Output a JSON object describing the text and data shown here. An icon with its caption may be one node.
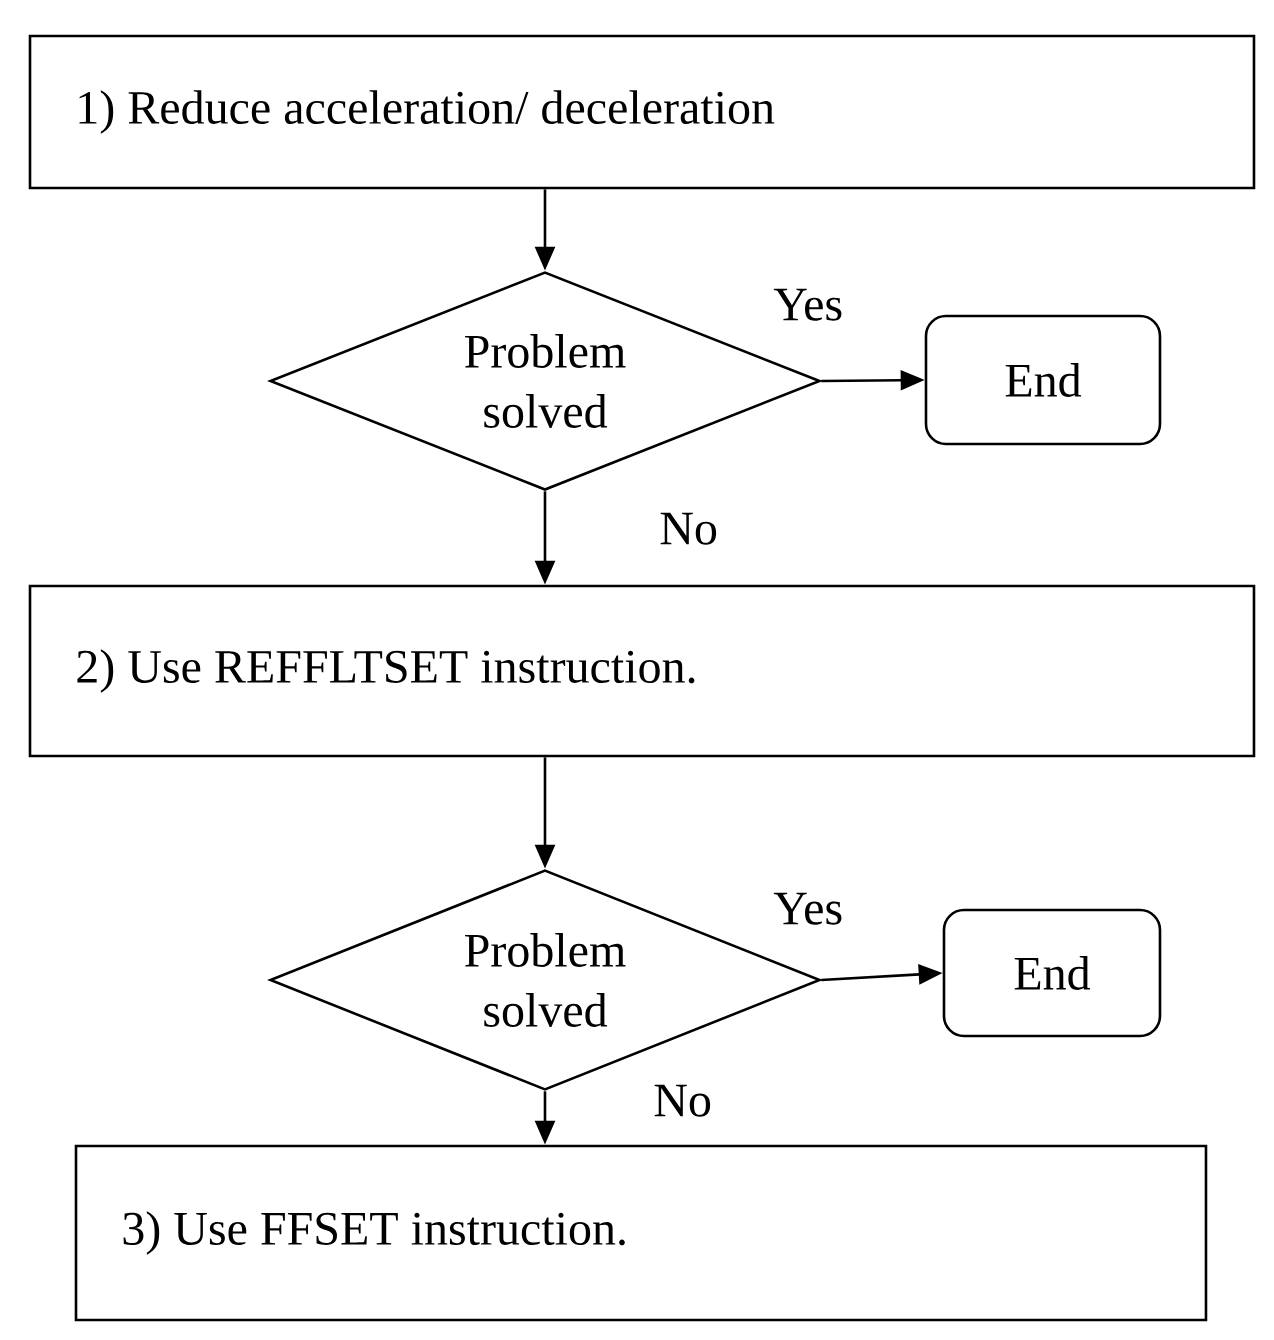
{
  "diagram": {
    "nodes": [
      {
        "text": [
          "1)   Reduce acceleration/ deceleration"
        ]
      },
      {
        "text": [
          "Problem solved"
        ]
      },
      {
        "text": [
          "End"
        ]
      },
      {
        "text": [
          "2) Use REFFLTSET instruction."
        ]
      },
      {
        "text": [
          "Problem solved"
        ]
      },
      {
        "text": [
          "End"
        ]
      },
      {
        "text": [
          "3) Use FFSET instruction."
        ]
      }
    ],
    "edges": [
      {
        "from": 0,
        "to": 1,
        "arrow": "to"
      },
      {
        "from": 1,
        "to": 2,
        "arrow": "to",
        "label": "Yes"
      },
      {
        "from": 1,
        "to": 3,
        "arrow": "to",
        "label": "No"
      },
      {
        "from": 3,
        "to": 4,
        "arrow": "to"
      },
      {
        "from": 4,
        "to": 5,
        "arrow": "to",
        "label": "Yes"
      },
      {
        "from": 4,
        "to": 6,
        "arrow": "to",
        "label": "No"
      }
    ]
  }
}
